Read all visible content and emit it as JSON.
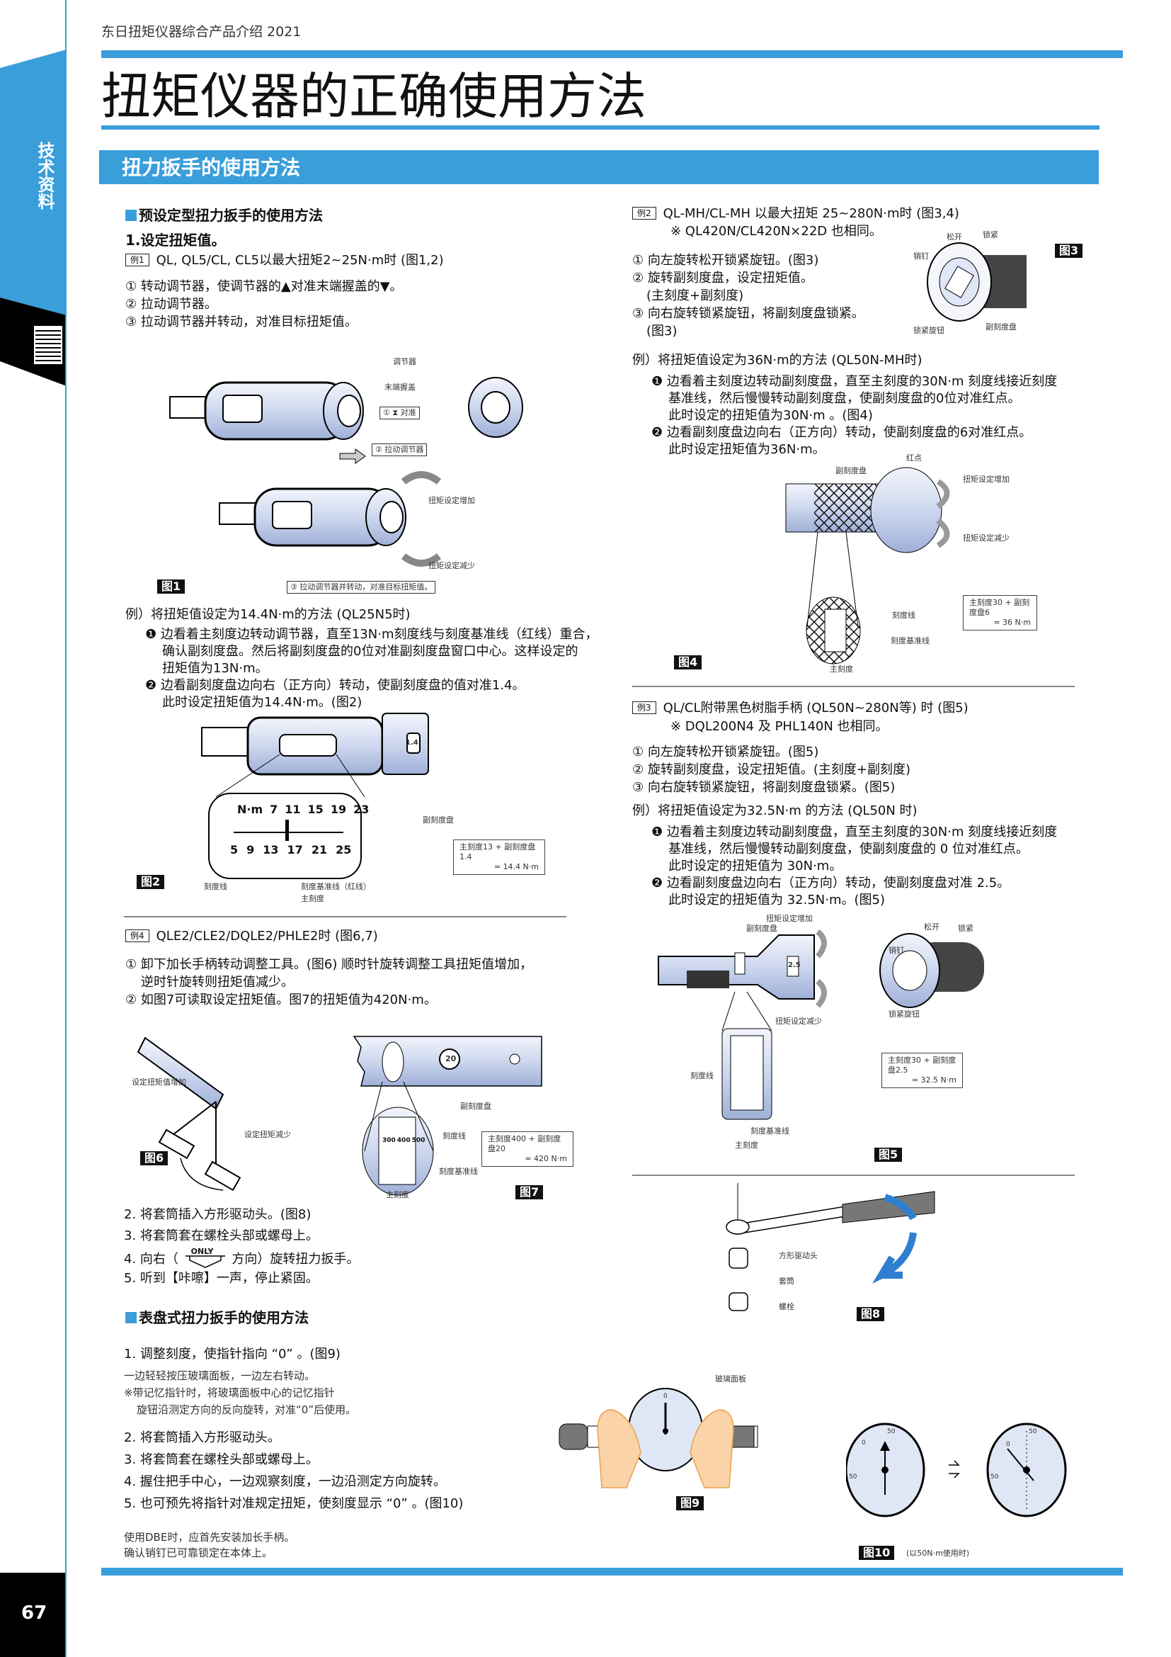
{
  "header": {
    "doc_title": "东日扭矩仪器综合产品介绍 2021",
    "page_title": "扭矩仪器的正确使用方法",
    "section_banner": "扭力扳手的使用方法",
    "side_tab": "技术资料",
    "page_number": "67",
    "accent_color": "#3a9edb"
  },
  "left": {
    "sub1": "预设定型扭力扳手的使用方法",
    "step1_title": "1.设定扭矩值。",
    "ex1": {
      "tag": "例1",
      "title": "QL, QL5/CL, CL5以最大扭矩2~25N·m时 (图1,2)",
      "steps": [
        "① 转动调节器，使调节器的▲对准末端握盖的▼。",
        "② 拉动调节器。",
        "③ 拉动调节器并转动，对准目标扭矩值。"
      ]
    },
    "fig1": {
      "tag": "图1",
      "labels": [
        "调节器",
        "末端握盖",
        "① ⧗ 对准",
        "② 拉动调节器",
        "扭矩设定增加",
        "扭矩设定减少",
        "③ 拉动调节器并转动，对准目标扭矩值。"
      ]
    },
    "example_a": {
      "title": "例）将扭矩值设定为14.4N·m的方法 (QL25N5时)",
      "lines": [
        "❶ 边看着主刻度边转动调节器，直至13N·m刻度线与刻度基准线（红线）重合，",
        "确认副刻度盘。然后将副刻度盘的0位对准副刻度盘窗口中心。这样设定的",
        "扭矩值为13N·m。",
        "❷ 边看副刻度盘边向右（正方向）转动，使副刻度盘的值对准1.4。",
        "此时设定扭矩值为14.4N·m。(图2)"
      ]
    },
    "fig2": {
      "tag": "图2",
      "labels": [
        "副刻度盘",
        "刻度线",
        "刻度基准线（红线）",
        "主刻度"
      ],
      "calc": [
        "主刻度13 + 副刻度盘1.4",
        "= 14.4 N·m"
      ],
      "scale_top": [
        "7",
        "11",
        "15",
        "19",
        "23"
      ],
      "scale_bottom": [
        "5",
        "9",
        "13",
        "17",
        "21",
        "25"
      ],
      "unit": "N·m",
      "sub_value": "1.4"
    },
    "ex4": {
      "tag": "例4",
      "title": "QLE2/CLE2/DQLE2/PHLE2时 (图6,7)",
      "lines": [
        "① 卸下加长手柄转动调整工具。(图6) 顺时针旋转调整工具扭矩值增加，",
        "逆时针旋转则扭矩值减少。",
        "② 如图7可读取设定扭矩值。图7的扭矩值为420N·m。"
      ]
    },
    "fig6": {
      "tag": "图6",
      "labels": [
        "设定扭矩值增加",
        "设定扭矩减少"
      ]
    },
    "fig7": {
      "tag": "图7",
      "labels": [
        "副刻度盘",
        "刻度线",
        "刻度基准线",
        "主刻度"
      ],
      "calc": [
        "主刻度400 + 副刻度盘20",
        "= 420 N·m"
      ],
      "sub_value": "20",
      "scale": [
        "300",
        "400",
        "500"
      ]
    },
    "steps2": [
      "2. 将套筒插入方形驱动头。(图8)",
      "3. 将套筒套在螺栓头部或螺母上。",
      "4. 向右（",
      "方向）旋转扭力扳手。",
      "5. 听到【咔嚓】一声，停止紧固。"
    ],
    "only_label": "ONLY",
    "sub2": "表盘式扭力扳手的使用方法",
    "dial_steps": {
      "s1": "1. 调整刻度，使指针指向 “0” 。(图9)",
      "notes": [
        "一边轻轻按压玻璃面板，一边左右转动。",
        "※带记忆指针时，将玻璃面板中心的记忆指针",
        "旋钮沿测定方向的反向旋转，对准“0”后使用。"
      ],
      "rest": [
        "2. 将套筒插入方形驱动头。",
        "3. 将套筒套在螺栓头部或螺母上。",
        "4. 握住把手中心，一边观察刻度，一边沿测定方向旋转。",
        "5. 也可预先将指针对准规定扭矩，使刻度显示 “0” 。(图10)"
      ],
      "footer": [
        "使用DBE时，应首先安装加长手柄。",
        "确认销钉已可靠锁定在本体上。"
      ]
    }
  },
  "right": {
    "ex2": {
      "tag": "例2",
      "title": "QL-MH/CL-MH 以最大扭矩 25~280N·m时 (图3,4)",
      "note": "※ QL420N/CL420N×22D 也相同。",
      "steps": [
        "① 向左旋转松开锁紧旋钮。(图3)",
        "② 旋转副刻度盘，设定扭矩值。",
        "(主刻度+副刻度)",
        "③ 向右旋转锁紧旋钮，将副刻度盘锁紧。",
        "(图3)"
      ]
    },
    "fig3": {
      "tag": "图3",
      "labels": [
        "松开",
        "锁紧",
        "销钉",
        "锁紧旋钮",
        "副刻度盘"
      ]
    },
    "example_b": {
      "title": "例）将扭矩值设定为36N·m的方法 (QL50N-MH时)",
      "lines": [
        "❶ 边看着主刻度边转动副刻度盘，直至主刻度的30N·m 刻度线接近刻度",
        "基准线，然后慢慢转动副刻度盘，使副刻度盘的0位对准红点。",
        "此时设定的扭矩值为30N·m 。(图4)",
        "❷ 边看副刻度盘边向右（正方向）转动，使副刻度盘的6对准红点。",
        "此时设定扭矩值为36N·m。"
      ]
    },
    "fig4": {
      "tag": "图4",
      "labels": [
        "红点",
        "副刻度盘",
        "扭矩设定增加",
        "扭矩设定减少",
        "刻度线",
        "刻度基准线",
        "主刻度"
      ],
      "calc": [
        "主刻度30 + 副刻度盘6",
        "= 36 N·m"
      ]
    },
    "ex3": {
      "tag": "例3",
      "title": "QL/CL附带黑色树脂手柄 (QL50N~280N等) 时 (图5)",
      "note": "※ DQL200N4 及 PHL140N 也相同。",
      "steps": [
        "① 向左旋转松开锁紧旋钮。(图5)",
        "② 旋转副刻度盘，设定扭矩值。(主刻度+副刻度)",
        "③ 向右旋转锁紧旋钮，将副刻度盘锁紧。(图5)"
      ]
    },
    "example_c": {
      "title": "例）将扭矩值设定为32.5N·m 的方法 (QL50N 时)",
      "lines": [
        "❶ 边看着主刻度边转动副刻度盘，直至主刻度的30N·m 刻度线接近刻度",
        "基准线，然后慢慢转动副刻度盘，使副刻度盘的 0 位对准红点。",
        "此时设定的扭矩值为 30N·m。",
        "❷ 边看副刻度盘边向右（正方向）转动，使副刻度盘对准 2.5。",
        "此时设定的扭矩值为 32.5N·m。(图5)"
      ]
    },
    "fig5": {
      "tag": "图5",
      "labels": [
        "扭矩设定增加",
        "副刻度盘",
        "扭矩设定减少",
        "松开",
        "锁紧",
        "销钉",
        "锁紧旋钮",
        "刻度线",
        "刻度基准线",
        "主刻度"
      ],
      "calc": [
        "主刻度30 + 副刻度盘2.5",
        "= 32.5 N·m"
      ],
      "sub_value": "2.5"
    },
    "fig8": {
      "tag": "图8",
      "labels": [
        "方形驱动头",
        "套筒",
        "螺栓"
      ]
    },
    "fig9": {
      "tag": "图9",
      "labels": [
        "玻璃面板"
      ],
      "dial_zero": "0"
    },
    "fig10": {
      "tag": "图10",
      "note": "(以50N·m使用时)",
      "dial": [
        "50",
        "0",
        "50"
      ]
    }
  }
}
